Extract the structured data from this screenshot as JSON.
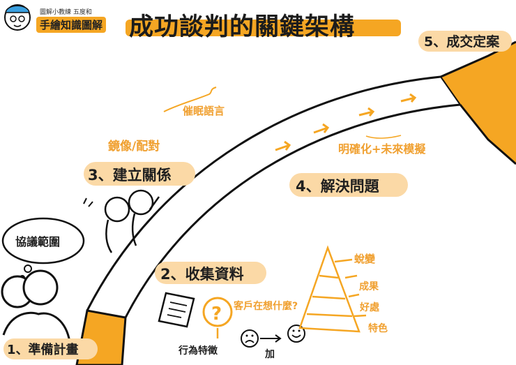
{
  "title": "成功談判的關鍵架構",
  "logo": {
    "line1": "圖解小教練 五度和",
    "line2": "手繪知識圖解"
  },
  "steps": {
    "s1": "1、準備計畫",
    "s2": "2、收集資料",
    "s3": "3、建立關係",
    "s4": "4、解決問題",
    "s5": "5、成交定案"
  },
  "annotations": {
    "agreement_scope": "協議範圍",
    "mirror_match": "鏡像/配對",
    "hypnotic_language": "催眠語言",
    "clarify_future": "明確化+未來模擬",
    "what_client_wants": "客戶在想什麼?",
    "traits": "行為特徵",
    "add": "加",
    "pyramid_1": "蛻變",
    "pyramid_2": "成果",
    "pyramid_3": "好處",
    "pyramid_4": "特色"
  },
  "colors": {
    "accent": "#f5a623",
    "highlight": "#fbd9a6",
    "ink": "#1f1f1f"
  }
}
